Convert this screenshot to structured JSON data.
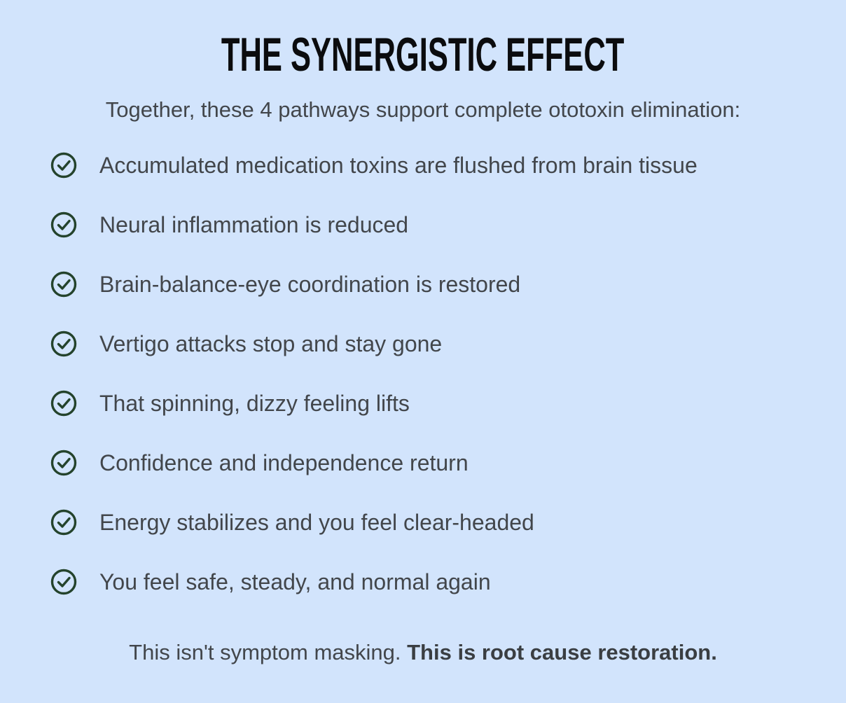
{
  "colors": {
    "background": "#d2e4fc",
    "title_text": "#0b0c0e",
    "body_text": "#42464b",
    "check_green": "#24432c"
  },
  "header": {
    "title": "THE SYNERGISTIC EFFECT"
  },
  "intro": {
    "text": "Together, these 4 pathways support complete ototoxin elimination:"
  },
  "checklist": {
    "icon": "check-circle-icon",
    "items": [
      "Accumulated medication toxins are flushed from brain tissue",
      "Neural inflammation is reduced",
      "Brain-balance-eye coordination is restored",
      "Vertigo attacks stop and stay gone",
      "That spinning, dizzy feeling lifts",
      "Confidence and independence return",
      "Energy stabilizes and you feel clear-headed",
      "You feel safe, steady, and normal again"
    ]
  },
  "footer": {
    "normal": "This isn't symptom masking. ",
    "bold": "This is root cause restoration."
  }
}
